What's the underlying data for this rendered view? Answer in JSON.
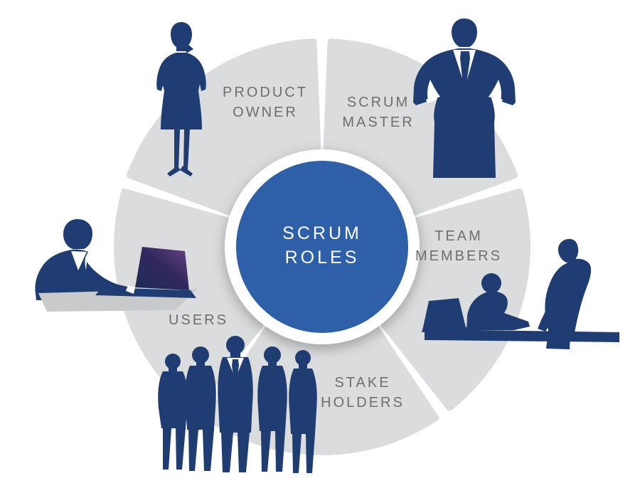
{
  "diagram": {
    "center": {
      "line1": "SCRUM",
      "line2": "ROLES"
    },
    "segments": [
      {
        "id": "product-owner",
        "line1": "PRODUCT",
        "line2": "OWNER"
      },
      {
        "id": "scrum-master",
        "line1": "SCRUM",
        "line2": "MASTER"
      },
      {
        "id": "team-members",
        "line1": "TEAM",
        "line2": "MEMBERS"
      },
      {
        "id": "stake-holders",
        "line1": "STAKE",
        "line2": "HOLDERS"
      },
      {
        "id": "users",
        "line1": "USERS"
      }
    ],
    "figures": {
      "product_owner": "standing businesswoman silhouette",
      "scrum_master": "businessman with hands on hips silhouette",
      "team_members": "two colleagues at desk with laptop silhouette",
      "stake_holders": "group of five people silhouette",
      "users": "man working on laptop at desk silhouette"
    },
    "colors": {
      "background": "#ffffff",
      "segment_gray": "#dbdcdd",
      "label_gray": "#6d6e71",
      "center_blue": "#2e5fa9",
      "silhouette_navy": "#1f3d72",
      "desk_gray": "#c9cacc",
      "laptop_screen_dark": "#1b2a57",
      "laptop_screen_purple": "#6b4286"
    }
  }
}
